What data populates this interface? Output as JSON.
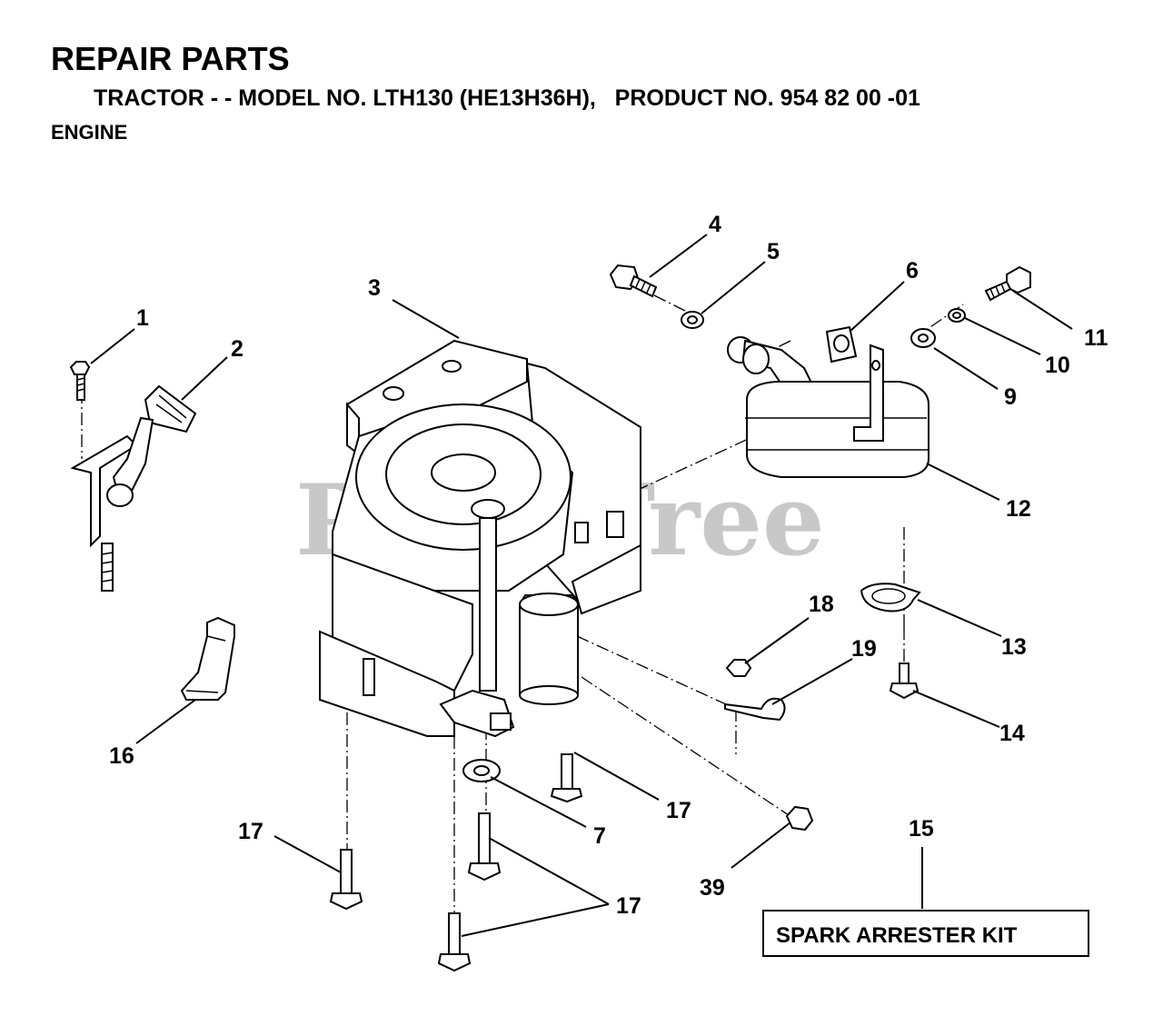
{
  "header": {
    "title": "REPAIR PARTS",
    "subtitle": "TRACTOR - - MODEL NO. LTH130 (HE13H36H),   PRODUCT NO. 954 82 00 -01",
    "section": "ENGINE"
  },
  "watermark": "PartsTree",
  "callouts": {
    "c1": "1",
    "c2": "2",
    "c3": "3",
    "c4": "4",
    "c5": "5",
    "c6": "6",
    "c7": "7",
    "c9": "9",
    "c10": "10",
    "c11": "11",
    "c12": "12",
    "c13": "13",
    "c14": "14",
    "c15": "15",
    "c16": "16",
    "c17a": "17",
    "c17b": "17",
    "c17c": "17",
    "c18": "18",
    "c19": "19",
    "c39": "39"
  },
  "kit_label": "SPARK ARRESTER KIT"
}
